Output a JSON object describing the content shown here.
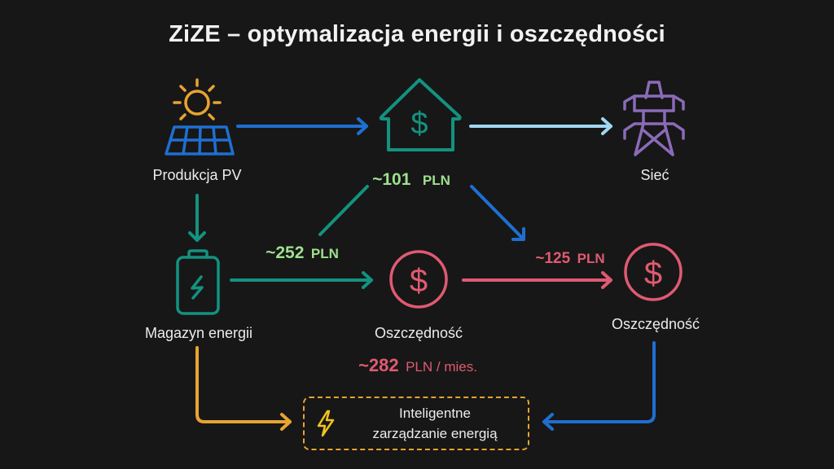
{
  "title": "ZiZE – optymalizacja energii i oszczędności",
  "nodes": {
    "pv": {
      "label": "Produkcja PV",
      "icon": "solar-panel-sun-icon"
    },
    "home": {
      "label": "",
      "icon": "house-dollar-icon",
      "value": {
        "num": "~101",
        "unit": "PLN"
      }
    },
    "grid": {
      "label": "Sieć",
      "icon": "power-pylon-icon"
    },
    "storage": {
      "label": "Magazyn energii",
      "icon": "battery-bolt-icon"
    },
    "savings_center": {
      "label": "Oszczędność",
      "icon": "dollar-circle-icon",
      "value": {
        "num": "~282",
        "unit": "PLN / mies."
      }
    },
    "savings_right": {
      "label": "Oszczędność",
      "icon": "dollar-circle-icon"
    },
    "smart": {
      "line1": "Inteligentne",
      "line2": "zarządzanie energią",
      "icon": "lightning-icon"
    }
  },
  "flows": {
    "storage_to_home": {
      "num": "~252",
      "unit": "PLN"
    },
    "to_savings_right": {
      "num": "~125",
      "unit": "PLN"
    }
  },
  "colors": {
    "background": "#171717",
    "blue": "#1f6fd1",
    "light_blue": "#9fd6f2",
    "teal": "#139280",
    "pink": "#e05a72",
    "orange": "#e8a331",
    "purple": "#8a6bb8",
    "green_text": "#9fe08e",
    "yellow": "#f2c21f"
  }
}
